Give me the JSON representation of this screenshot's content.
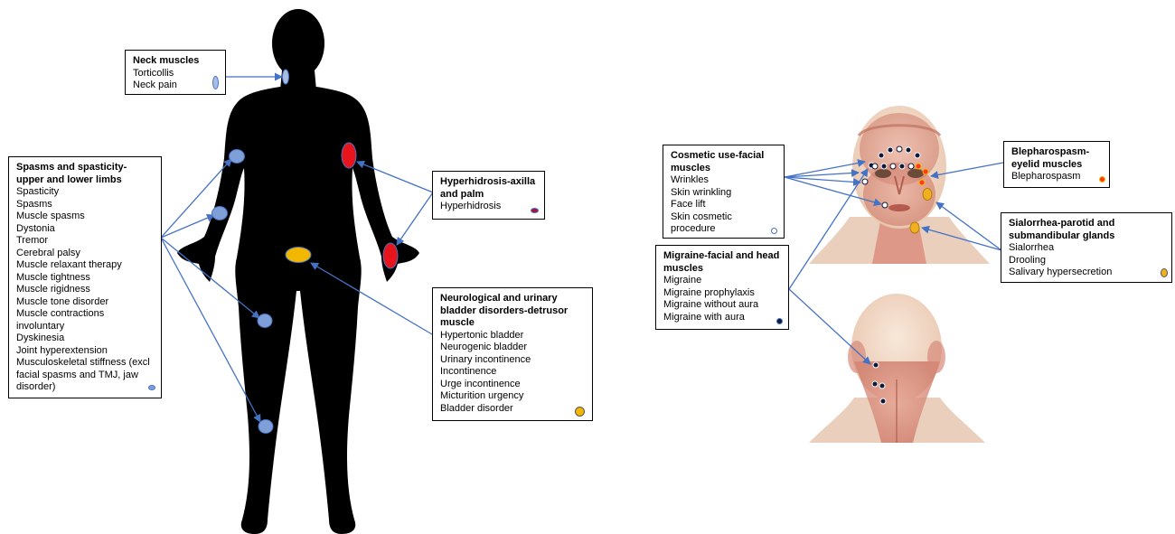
{
  "boxes": {
    "neck": {
      "title": "Neck muscles",
      "items": [
        "Torticollis",
        "Neck pain"
      ]
    },
    "spasms": {
      "title": "Spasms and spasticity-upper and lower limbs",
      "items": [
        "Spasticity",
        "Spasms",
        "Muscle spasms",
        "Dystonia",
        "Tremor",
        "Cerebral palsy",
        "Muscle relaxant therapy",
        "Muscle tightness",
        "Muscle rigidness",
        "Muscle tone disorder",
        "Muscle contractions involuntary",
        "Dyskinesia",
        "Joint hyperextension",
        "Musculoskeletal stiffness (excl facial spasms and TMJ, jaw disorder)"
      ]
    },
    "hyperhidrosis": {
      "title": "Hyperhidrosis-axilla and palm",
      "items": [
        "Hyperhidrosis"
      ]
    },
    "bladder": {
      "title": "Neurological and urinary bladder disorders-detrusor muscle",
      "items": [
        "Hypertonic bladder",
        "Neurogenic bladder",
        "Urinary incontinence",
        "Incontinence",
        "Urge incontinence",
        "Micturition urgency",
        "Bladder disorder"
      ]
    },
    "cosmetic": {
      "title": "Cosmetic use-facial muscles",
      "items": [
        "Wrinkles",
        "Skin wrinkling",
        "Face lift",
        "Skin cosmetic procedure"
      ]
    },
    "migraine": {
      "title": "Migraine-facial and head muscles",
      "items": [
        "Migraine",
        "Migraine prophylaxis",
        "Migraine without aura",
        "Migraine with aura"
      ]
    },
    "blepharospasm": {
      "title": "Blepharospasm-eyelid muscles",
      "items": [
        "Blepharospasm"
      ]
    },
    "sialorrhea": {
      "title": "Sialorrhea-parotid and submandibular glands",
      "items": [
        "Sialorrhea",
        "Drooling",
        "Salivary hypersecretion"
      ]
    }
  },
  "colors": {
    "arrow": "#4472c4",
    "neck_marker": "#a9bde3",
    "limb_marker": "#7f9fd8",
    "hyperhidrosis_marker": "#e8141c",
    "hyperhidrosis_legend": "#b2102f",
    "bladder_marker": "#f2b800",
    "cosmetic_marker": "#ffffff",
    "migraine_marker": "#0b1a3a",
    "blepharospasm_marker": "#ff3a1a",
    "sialorrhea_marker": "#f0b020",
    "silhouette": "#000000",
    "muscle": "#d98a7a",
    "skin": "#f3dcc8"
  },
  "icons": {
    "body": "human-silhouette-icon",
    "face": "facial-muscle-anatomy-icon",
    "head_back": "head-neck-muscle-anatomy-icon"
  }
}
